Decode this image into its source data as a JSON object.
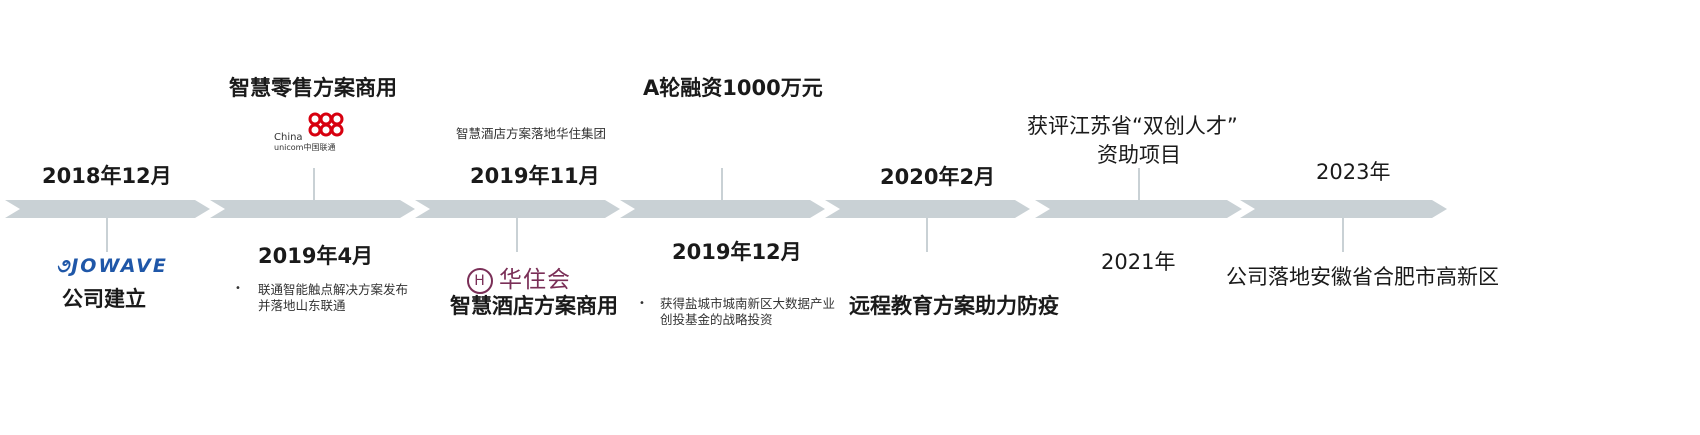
{
  "milestones": {
    "m1": {
      "date": "2018年12月",
      "event": "公司建立",
      "logo": "JOWAVE",
      "logo_icon": "jowave-logo-icon"
    },
    "m2": {
      "date": "2019年4月",
      "event": "智慧零售方案商用",
      "detail_line1": "联通智能触点解决方案发布",
      "detail_line2": "并落地山东联通",
      "logo_lines": [
        "China",
        "unicom中国联通"
      ],
      "logo_icon": "china-unicom-logo-icon"
    },
    "m3": {
      "date": "2019年11月",
      "event": "智慧酒店方案商用",
      "detail": "智慧酒店方案落地华住集团",
      "logo_circle": "H",
      "logo_text": "华住会",
      "logo_icon": "huazhu-logo-icon"
    },
    "m4": {
      "date": "2019年12月",
      "event": "A轮融资1000万元",
      "detail_line1": "获得盐城市城南新区大数据产业",
      "detail_line2": "创投基金的战略投资"
    },
    "m5": {
      "date": "2020年2月",
      "event": "远程教育方案助力防疫"
    },
    "m6": {
      "date": "2021年",
      "event_line1": "获评江苏省“双创人才”",
      "event_line2": "资助项目"
    },
    "m7": {
      "date": "2023年",
      "event": "公司落地安徽省合肥市高新区"
    }
  },
  "colors": {
    "arrow": "#c9d1d5",
    "jowave_blue": "#1f57a8",
    "unicom_red": "#d7000f",
    "huazhu_purple": "#7a2f57"
  }
}
